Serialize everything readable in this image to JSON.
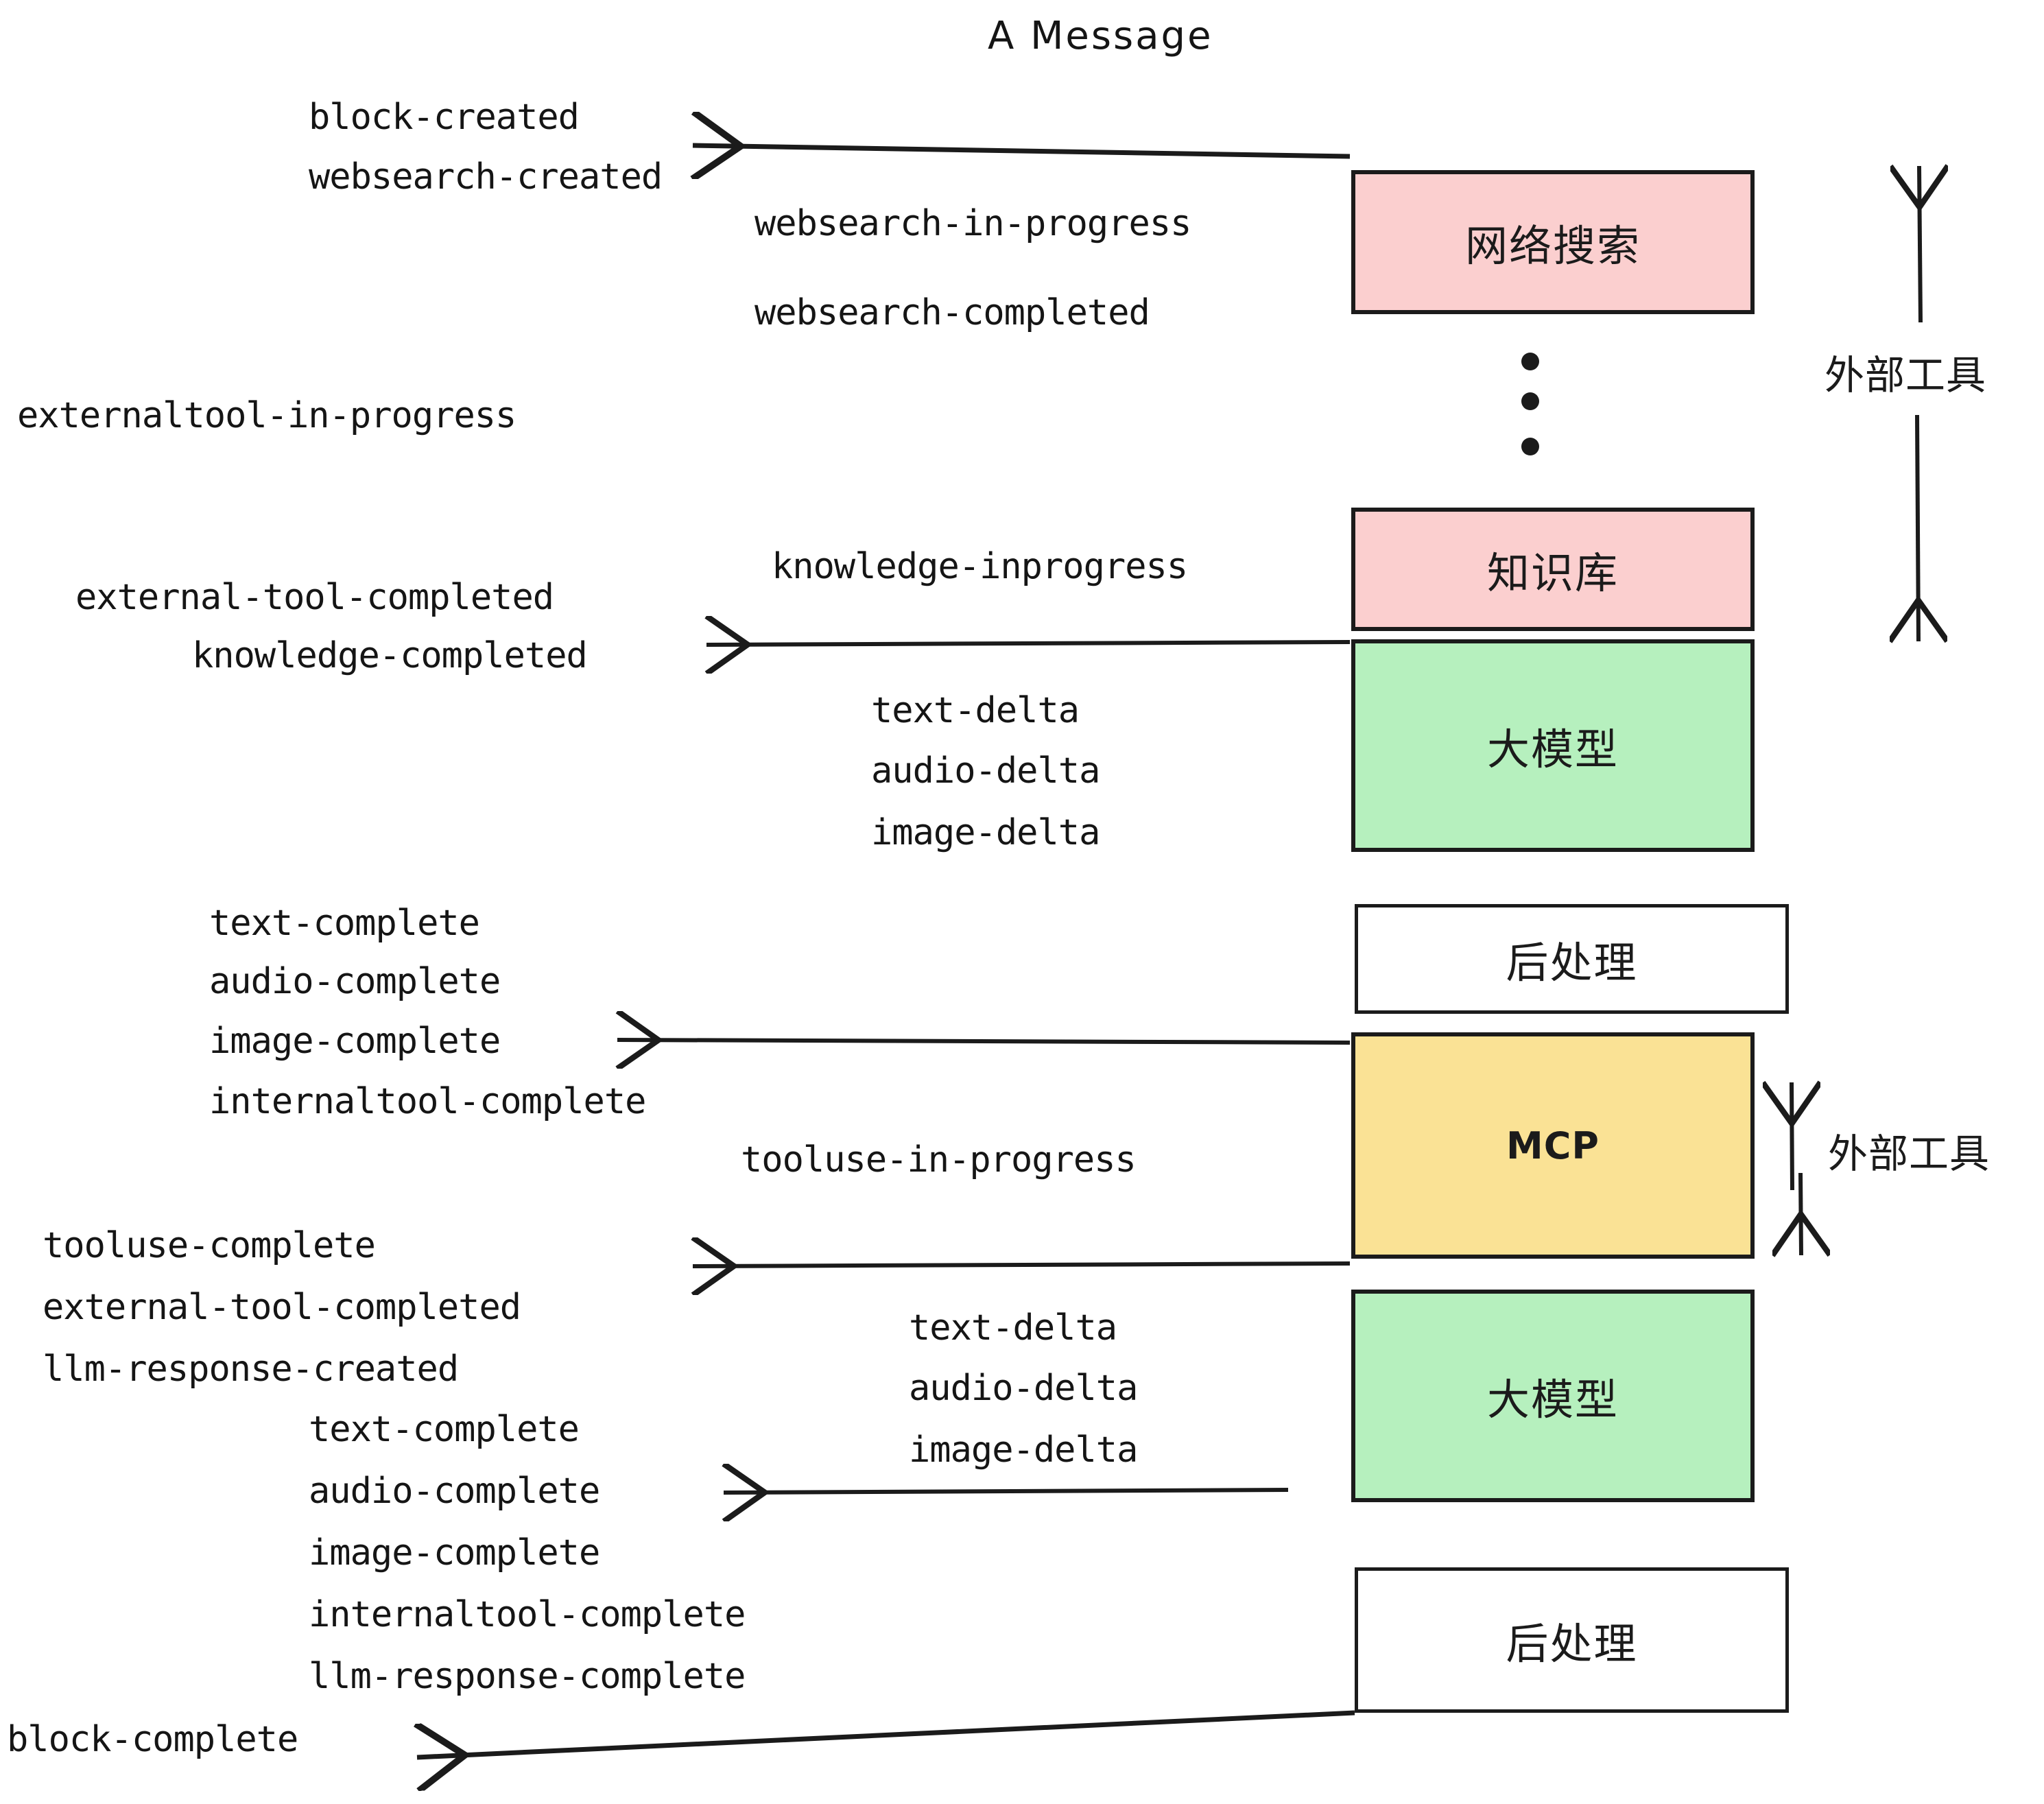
{
  "title": "A Message",
  "colors": {
    "external_tool_fill": "#fbcfcf",
    "llm_fill": "#b6f0be",
    "mcp_fill": "#fae295",
    "postprocess_fill": "#ffffff",
    "stroke": "#1b1b1b",
    "text": "#151515",
    "background": "#ffffff"
  },
  "nodes": [
    {
      "id": "websearch",
      "label": "网络搜索",
      "kind": "external-tool"
    },
    {
      "id": "knowledge",
      "label": "知识库",
      "kind": "external-tool"
    },
    {
      "id": "llm-1",
      "label": "大模型",
      "kind": "llm"
    },
    {
      "id": "postprocess-1",
      "label": "后处理",
      "kind": "postprocess"
    },
    {
      "id": "mcp",
      "label": "MCP",
      "kind": "mcp"
    },
    {
      "id": "llm-2",
      "label": "大模型",
      "kind": "llm"
    },
    {
      "id": "postprocess-2",
      "label": "后处理",
      "kind": "postprocess"
    }
  ],
  "side_labels": [
    {
      "id": "external-tools-top",
      "label": "外部工具"
    },
    {
      "id": "external-tools-bottom",
      "label": "外部工具"
    }
  ],
  "events": [
    {
      "id": "e1",
      "text": "block-created"
    },
    {
      "id": "e2",
      "text": "websearch-created"
    },
    {
      "id": "e3",
      "text": "websearch-in-progress"
    },
    {
      "id": "e4",
      "text": "websearch-completed"
    },
    {
      "id": "e5",
      "text": "externaltool-in-progress"
    },
    {
      "id": "e6",
      "text": "knowledge-inprogress"
    },
    {
      "id": "e7",
      "text": "external-tool-completed"
    },
    {
      "id": "e8",
      "text": "knowledge-completed"
    },
    {
      "id": "e9",
      "text": "text-delta"
    },
    {
      "id": "e10",
      "text": "audio-delta"
    },
    {
      "id": "e11",
      "text": "image-delta"
    },
    {
      "id": "e12",
      "text": "text-complete"
    },
    {
      "id": "e13",
      "text": "audio-complete"
    },
    {
      "id": "e14",
      "text": "image-complete"
    },
    {
      "id": "e15",
      "text": "internaltool-complete"
    },
    {
      "id": "e16",
      "text": "tooluse-in-progress"
    },
    {
      "id": "e17",
      "text": "tooluse-complete"
    },
    {
      "id": "e18",
      "text": "external-tool-completed"
    },
    {
      "id": "e19",
      "text": "llm-response-created"
    },
    {
      "id": "e20",
      "text": "text-complete"
    },
    {
      "id": "e21",
      "text": "audio-delta"
    },
    {
      "id": "e22",
      "text": "text-delta"
    },
    {
      "id": "e23",
      "text": "image-delta"
    },
    {
      "id": "e24",
      "text": "audio-complete"
    },
    {
      "id": "e25",
      "text": "image-complete"
    },
    {
      "id": "e26",
      "text": "internaltool-complete"
    },
    {
      "id": "e27",
      "text": "llm-response-complete"
    },
    {
      "id": "e28",
      "text": "block-complete"
    }
  ],
  "ellipsis": {
    "id": "vertical-ellipsis",
    "dots": 3
  }
}
